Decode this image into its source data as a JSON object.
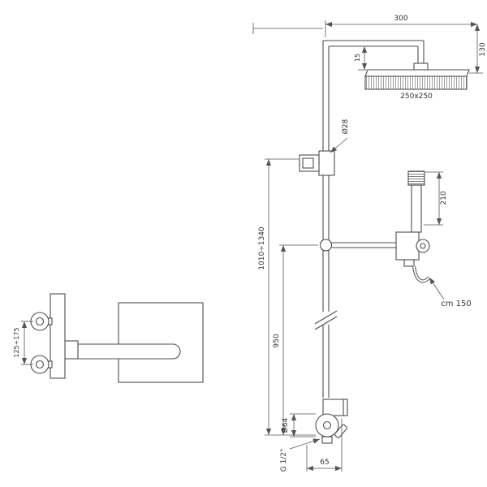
{
  "diagram": {
    "colors": {
      "line": "#4d4d4d",
      "dimension": "#555555",
      "text": "#333333",
      "background": "#ffffff"
    },
    "dimensions": {
      "arm_projection": "300",
      "head_drop": "130",
      "head_clearance": "15",
      "head_size": "250x250",
      "riser_diameter": "Ø28",
      "handshower_length": "210",
      "hose_length": "cm 150",
      "total_height_range": "1010÷1340",
      "riser_length": "950",
      "escutcheon_diameter": "Ø64",
      "connection_thread": "G 1/2\"",
      "outlet_offset": "65",
      "mixer_centers_range": "125÷175"
    }
  }
}
